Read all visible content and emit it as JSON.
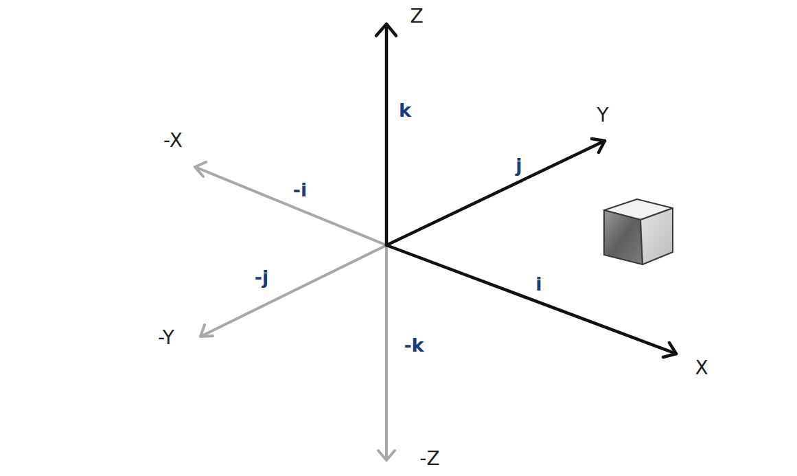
{
  "diagram": {
    "labels": [
      "Z",
      "k",
      "-X",
      "-i",
      "j",
      "Y",
      "-j",
      "i",
      "-Y",
      "-k",
      "-Z",
      "X"
    ]
  }
}
